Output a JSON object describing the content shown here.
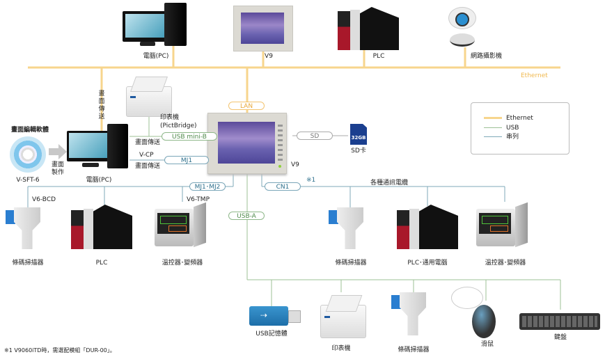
{
  "colors": {
    "ethernet": "#f7d58d",
    "usb": "#9cc096",
    "serial": "#7fa9b9",
    "sd": "#aaaaaa"
  },
  "top_devices": {
    "pc": "電腦(PC)",
    "v9": "V9",
    "plc": "PLC",
    "webcam": "網路攝影機"
  },
  "ethernet_label": "Ethernet",
  "left": {
    "screen_transfer_vertical": "畫面傳送",
    "software_title": "畫面編輯軟體",
    "software_name": "V-SFT-6",
    "make_screen": "畫面製作",
    "pc_label": "電腦(PC)",
    "printer_label_1": "印表機",
    "printer_label_2": "(PictBridge)",
    "screen_transfer_1": "畫面傳送",
    "vcp": "V-CP",
    "screen_transfer_2": "畫面傳送"
  },
  "ports": {
    "lan": "LAN",
    "usb_mini_b": "USB mini-B",
    "mj1": "MJ1",
    "sd": "SD",
    "mj1_mj2": "MJ1･MJ2",
    "cn1": "CN1",
    "usb_a": "USB-A"
  },
  "center": {
    "v9_label": "V9",
    "sd_card_label": "SD卡",
    "sd_card_capacity": "32GB",
    "note_mark": "※1"
  },
  "legend": [
    {
      "name": "Ethernet",
      "type": "ethernet"
    },
    {
      "name": "USB",
      "type": "usb"
    },
    {
      "name": "串列",
      "type": "serial"
    }
  ],
  "serial_left": {
    "v6_bcd": "V6-BCD",
    "v6_tmp": "V6-TMP",
    "devices": [
      "條碼掃描器",
      "PLC",
      "溫控器･變頻器"
    ]
  },
  "serial_right": {
    "cable_label": "各種通訊電纜",
    "devices": [
      "條碼掃描器",
      "PLC･通用電腦",
      "溫控器･變頻器"
    ]
  },
  "usb_devices": [
    "USB記憶體",
    "印表機",
    "條碼掃描器",
    "滑鼠",
    "鍵盤"
  ],
  "footnote": "※1 V9060iTD時，需選配模組「DUR-00」。"
}
